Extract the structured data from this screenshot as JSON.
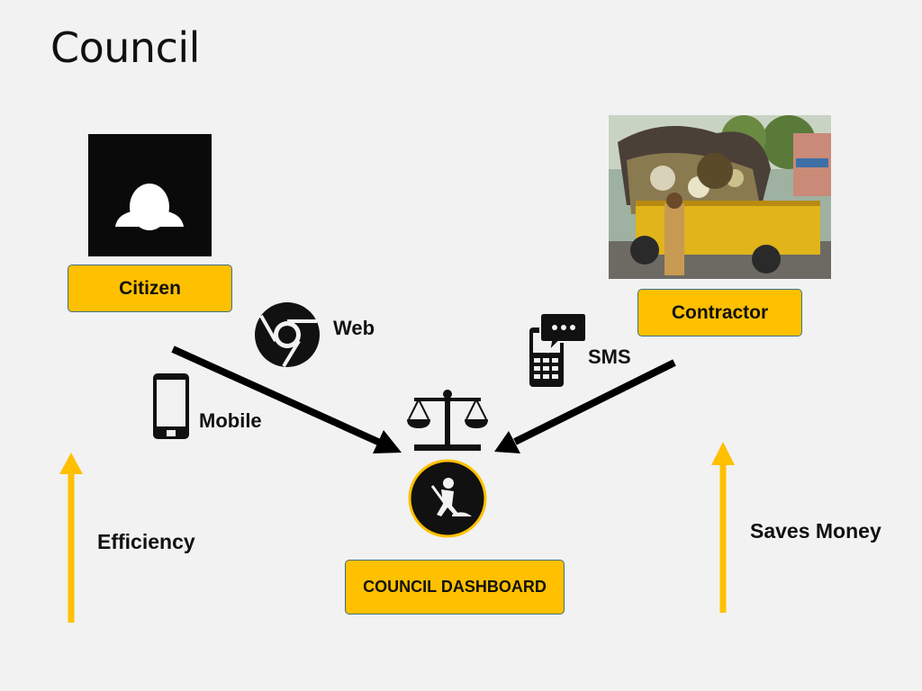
{
  "title": "Council",
  "citizen": {
    "label": "Citizen",
    "icon": "person-silhouette-icon"
  },
  "contractor": {
    "label": "Contractor",
    "photo": "garbage-truck-photo"
  },
  "channels": {
    "web": "Web",
    "mobile": "Mobile",
    "sms": "SMS"
  },
  "dashboard": {
    "label": "COUNCIL DASHBOARD",
    "icons": [
      "scales-icon",
      "worker-digging-icon"
    ]
  },
  "benefits": {
    "left": "Efficiency",
    "right": "Saves Money"
  },
  "colors": {
    "accent": "#ffc000",
    "box_border": "#3e6f86",
    "background": "#f2f2f2",
    "arrow": "#000000"
  }
}
